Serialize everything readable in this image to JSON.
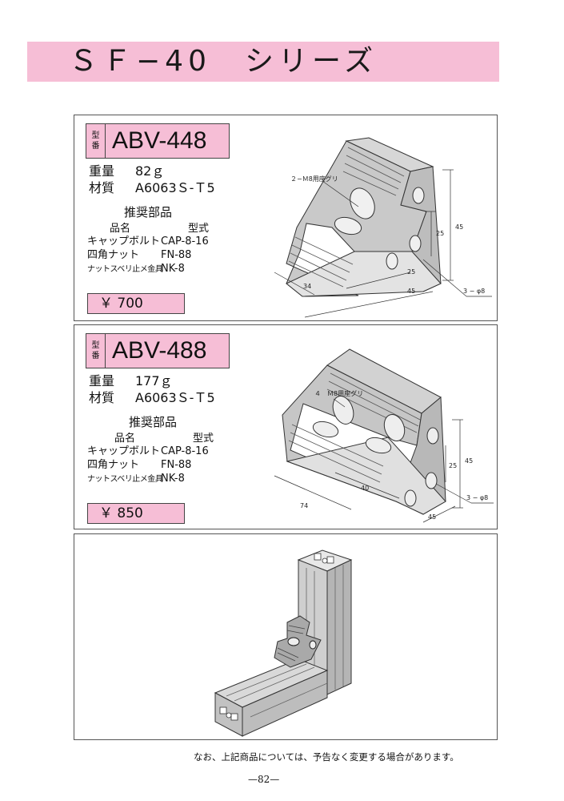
{
  "title": "ＳＦ−40　シリーズ",
  "labels": {
    "model_tag_top": "型",
    "model_tag_bottom": "番",
    "weight_key": "重量",
    "material_key": "材質",
    "recommended_parts": "推奨部品",
    "col_part_name": "品名",
    "col_model": "型式"
  },
  "products": [
    {
      "model": "ABV-448",
      "weight": "82ｇ",
      "material": "A6063Ｓ-Ｔ5",
      "parts": [
        {
          "name": "キャップボルト",
          "model": "CAP-8-16"
        },
        {
          "name": "四角ナット",
          "model": "FN-88"
        },
        {
          "name": "ナットスベリ止メ金具",
          "model": "NK-8"
        }
      ],
      "price": "￥ 700",
      "drawing": {
        "callout": "２−Ｍ8用座グリ",
        "dims": [
          "45",
          "25",
          "25",
          "45",
          "34",
          "3 − φ8"
        ]
      }
    },
    {
      "model": "ABV-488",
      "weight": "177ｇ",
      "material": "A6063Ｓ-Ｔ5",
      "parts": [
        {
          "name": "キャップボルト",
          "model": "CAP-8-16"
        },
        {
          "name": "四角ナット",
          "model": "FN-88"
        },
        {
          "name": "ナットスベリ止メ金具",
          "model": "NK-8"
        }
      ],
      "price": "￥ 850",
      "drawing": {
        "callout": "４　Ｍ8用座グリ",
        "dims": [
          "45",
          "25",
          "40",
          "74",
          "45",
          "3 − φ8"
        ]
      }
    }
  ],
  "footnote": "なお、上記商品については、予告なく変更する場合があります。",
  "page_number": "—82—"
}
